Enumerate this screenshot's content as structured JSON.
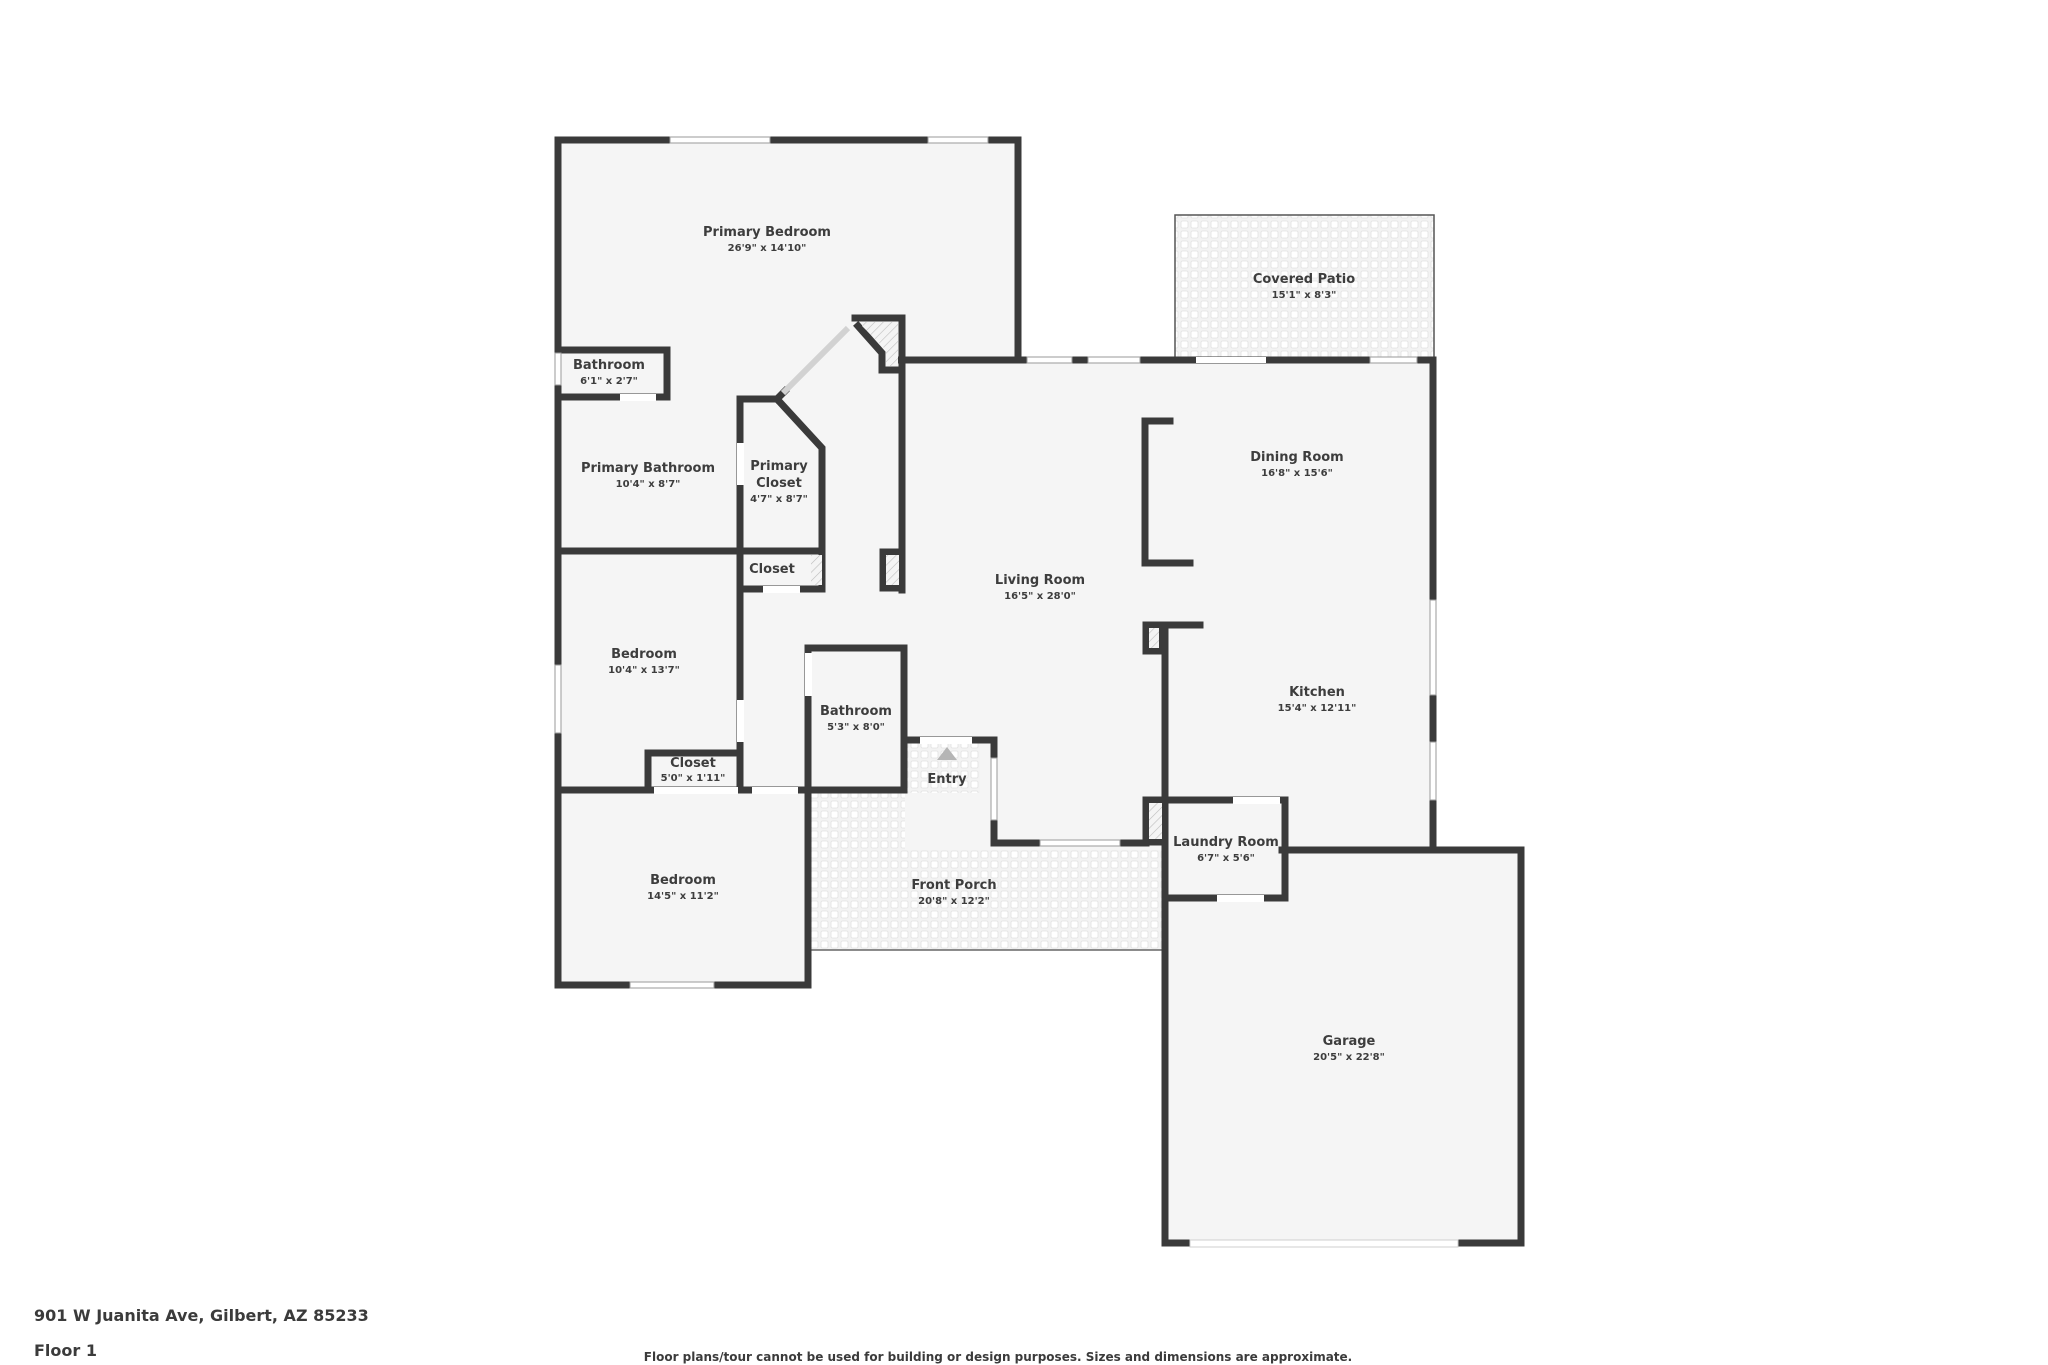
{
  "property": {
    "address": "901 W Juanita Ave, Gilbert, AZ 85233",
    "floor_label": "Floor 1",
    "disclaimer": "Floor plans/tour cannot be used for building or design purposes. Sizes and dimensions are approximate."
  },
  "colors": {
    "wall": "#3a3a3a",
    "floor": "#f5f5f5",
    "outdoor_tile": "#e9e9e9",
    "background": "#ffffff",
    "text": "#3d3d3d",
    "hatch": "#bdbdbd",
    "entry_arrow": "#b5b5b5"
  },
  "rooms": {
    "primary_bedroom": {
      "name": "Primary Bedroom",
      "dims": "26'9\" x 14'10\""
    },
    "covered_patio": {
      "name": "Covered Patio",
      "dims": "15'1\" x 8'3\""
    },
    "bathroom_small": {
      "name": "Bathroom",
      "dims": "6'1\" x 2'7\""
    },
    "primary_bathroom": {
      "name": "Primary Bathroom",
      "dims": "10'4\" x 8'7\""
    },
    "primary_closet": {
      "name_line1": "Primary",
      "name_line2": "Closet",
      "dims": "4'7\" x 8'7\""
    },
    "dining_room": {
      "name": "Dining Room",
      "dims": "16'8\" x 15'6\""
    },
    "closet_hall": {
      "name": "Closet"
    },
    "living_room": {
      "name": "Living Room",
      "dims": "16'5\" x 28'0\""
    },
    "bedroom_1": {
      "name": "Bedroom",
      "dims": "10'4\" x 13'7\""
    },
    "kitchen": {
      "name": "Kitchen",
      "dims": "15'4\" x 12'11\""
    },
    "bathroom_hall": {
      "name": "Bathroom",
      "dims": "5'3\" x 8'0\""
    },
    "closet_bedroom": {
      "name": "Closet",
      "dims": "5'0\" x 1'11\""
    },
    "entry": {
      "name": "Entry"
    },
    "laundry_room": {
      "name": "Laundry Room",
      "dims": "6'7\" x 5'6\""
    },
    "bedroom_2": {
      "name": "Bedroom",
      "dims": "14'5\" x 11'2\""
    },
    "front_porch": {
      "name": "Front Porch",
      "dims": "20'8\" x 12'2\""
    },
    "garage": {
      "name": "Garage",
      "dims": "20'5\" x 22'8\""
    }
  }
}
